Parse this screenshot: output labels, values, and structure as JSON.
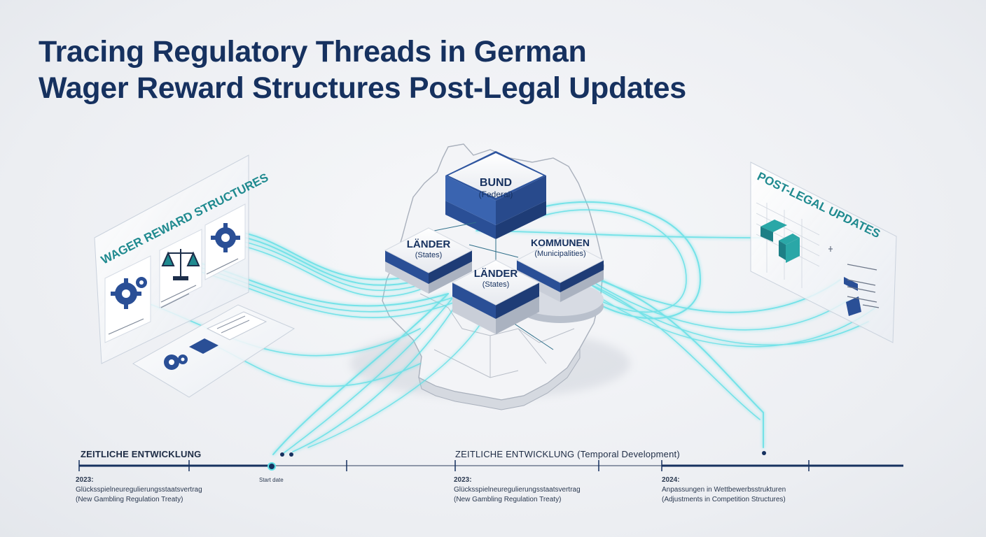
{
  "title": {
    "line1": "Tracing Regulatory Threads in German",
    "line2": "Wager Reward Structures Post-Legal Updates"
  },
  "nodes": {
    "bund": {
      "label": "BUND",
      "sub": "(Federal)"
    },
    "laender_left": {
      "label": "LÄNDER",
      "sub": "(States)"
    },
    "laender_center": {
      "label": "LÄNDER",
      "sub": "(States)"
    },
    "kommunen": {
      "label": "KOMMUNEN",
      "sub": "(Municipalities)"
    }
  },
  "left_panel": {
    "title": "WAGER REWARD STRUCTURES",
    "icons": [
      "gears-icon",
      "scales-icon",
      "gear-icon",
      "gears-icon",
      "document-icon"
    ]
  },
  "right_panel": {
    "title": "POST-LEGAL UPDATES",
    "icons": [
      "stacked-blocks-icon",
      "chart-icon"
    ]
  },
  "timeline": {
    "heading_left": "ZEITLICHE ENTWICKLUNG",
    "heading_center_strong": "ZEITLICHE ENTWICKLUNG",
    "heading_center_rest": "(Temporal Development)",
    "marker_label": "Start date",
    "events": [
      {
        "year": "2023:",
        "text": "Glücksspielneuregulierungsstaatsvertrag",
        "sub": "(New Gambling Regulation Treaty)"
      },
      {
        "year": "2023:",
        "text": "Glücksspielneuregulierungsstaatsvertrag",
        "sub": "(New Gambling Regulation Treaty)"
      },
      {
        "year": "2024:",
        "text": "Anpassungen in Wettbewerbsstrukturen",
        "sub": "(Adjustments in Competition Structures)"
      }
    ]
  },
  "colors": {
    "navy": "#16315f",
    "blue": "#2a4f96",
    "cyan_thread": "#5fe0e6",
    "teal": "#1f8a8f"
  }
}
